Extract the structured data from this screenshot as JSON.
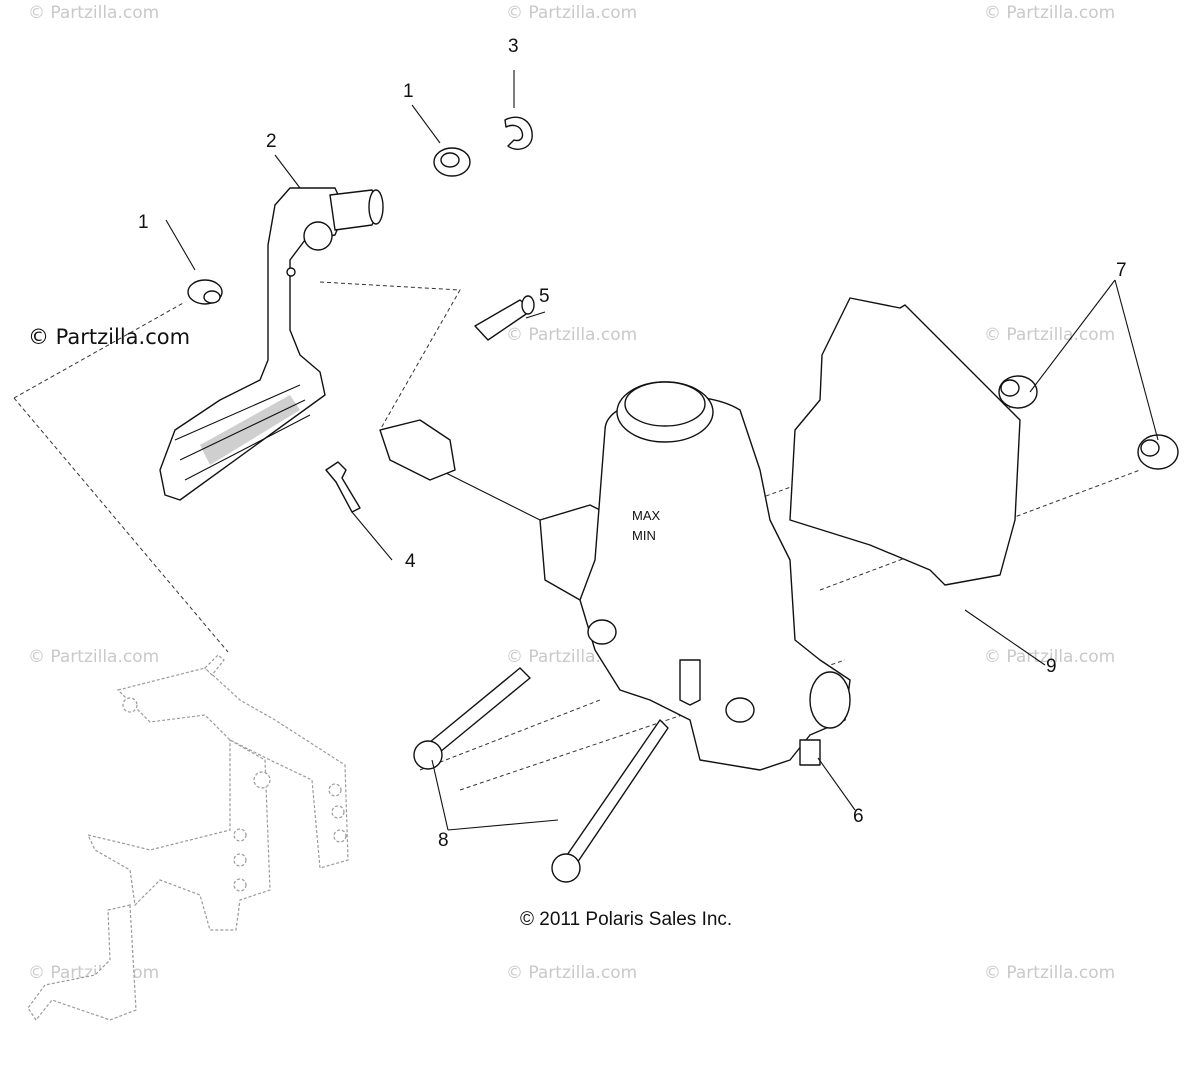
{
  "watermarks": {
    "faint": "© Partzilla.com",
    "dark": "© Partzilla.com"
  },
  "copyright": "© 2011 Polaris Sales Inc.",
  "callouts": {
    "c1a": "1",
    "c1b": "1",
    "c2": "2",
    "c3": "3",
    "c4": "4",
    "c5": "5",
    "c6": "6",
    "c7": "7",
    "c8": "8",
    "c9": "9"
  },
  "reservoir_marks": {
    "max": "MAX",
    "min": "MIN"
  }
}
